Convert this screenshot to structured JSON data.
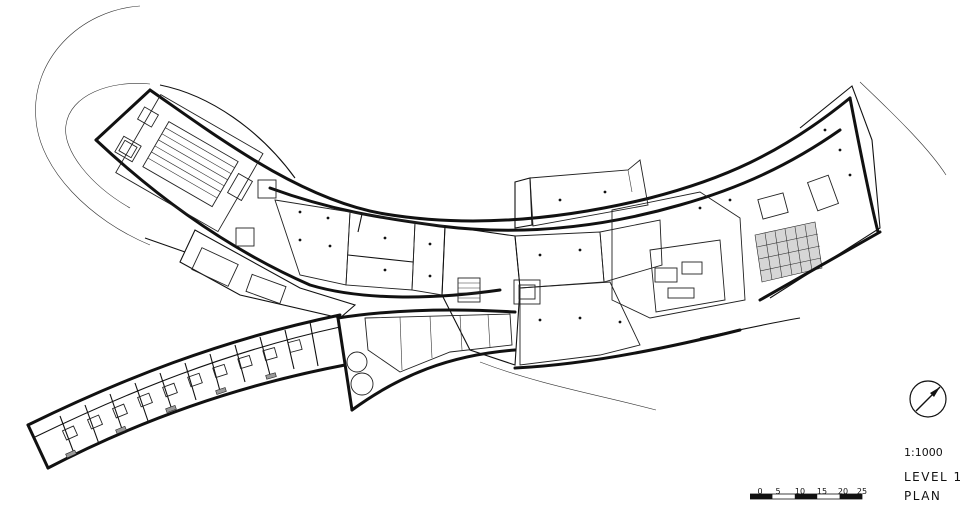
{
  "drawing": {
    "scale": "1:1000",
    "level": "LEVEL 1",
    "plan": "PLAN"
  },
  "scale_bar": {
    "ticks": [
      "0",
      "5",
      "10",
      "15",
      "20",
      "25"
    ]
  },
  "icons": {
    "north_arrow": "north-arrow-icon"
  }
}
